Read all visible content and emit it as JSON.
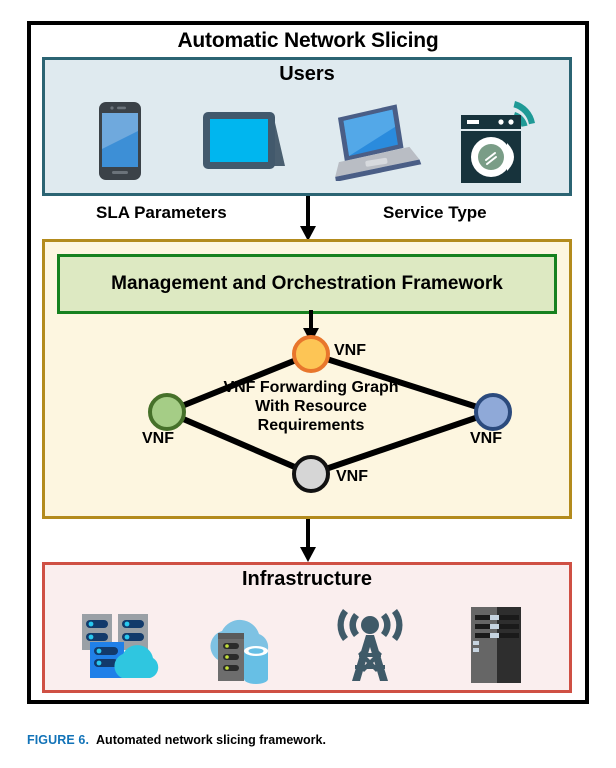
{
  "figure": {
    "title": "Automatic Network Slicing",
    "caption_tag": "FIGURE 6.",
    "caption_text": "Automated network slicing framework."
  },
  "users_panel": {
    "heading": "Users",
    "border_color": "#2b6473",
    "fill_color": "#dfeaef",
    "devices": [
      {
        "name": "smartphone-icon",
        "label": "smartphone"
      },
      {
        "name": "tablet-icon",
        "label": "tablet"
      },
      {
        "name": "laptop-icon",
        "label": "laptop"
      },
      {
        "name": "smart-appliance-icon",
        "label": "smart washing machine"
      }
    ]
  },
  "connectors": {
    "sla_label": "SLA Parameters",
    "service_label": "Service Type",
    "arrow_color": "#000000"
  },
  "mano_panel": {
    "box_label": "Management and Orchestration Framework",
    "border_color": "#b38b1d",
    "fill_color": "#fdf6e0",
    "box_border_color": "#16811f",
    "box_fill_color": "#dde9c2",
    "graph_caption_line1": "VNF Forwarding Graph",
    "graph_caption_line2": "With Resource",
    "graph_caption_line3": "Requirements",
    "nodes": [
      {
        "id": "top",
        "label": "VNF",
        "fill": "#fdc555",
        "stroke": "#e8762c"
      },
      {
        "id": "left",
        "label": "VNF",
        "fill": "#a5cd86",
        "stroke": "#46712a"
      },
      {
        "id": "right",
        "label": "VNF",
        "fill": "#8fa9d8",
        "stroke": "#2b4a7d"
      },
      {
        "id": "bottom",
        "label": "VNF",
        "fill": "#d6d6d6",
        "stroke": "#111111"
      }
    ]
  },
  "infra_panel": {
    "heading": "Infrastructure",
    "border_color": "#cf5044",
    "fill_color": "#faeeee",
    "resources": [
      {
        "name": "cloud-servers-icon",
        "label": "cloud servers"
      },
      {
        "name": "cloud-datacenter-icon",
        "label": "cloud datacenter"
      },
      {
        "name": "cell-tower-icon",
        "label": "cell tower"
      },
      {
        "name": "server-rack-icon",
        "label": "server rack"
      }
    ]
  }
}
